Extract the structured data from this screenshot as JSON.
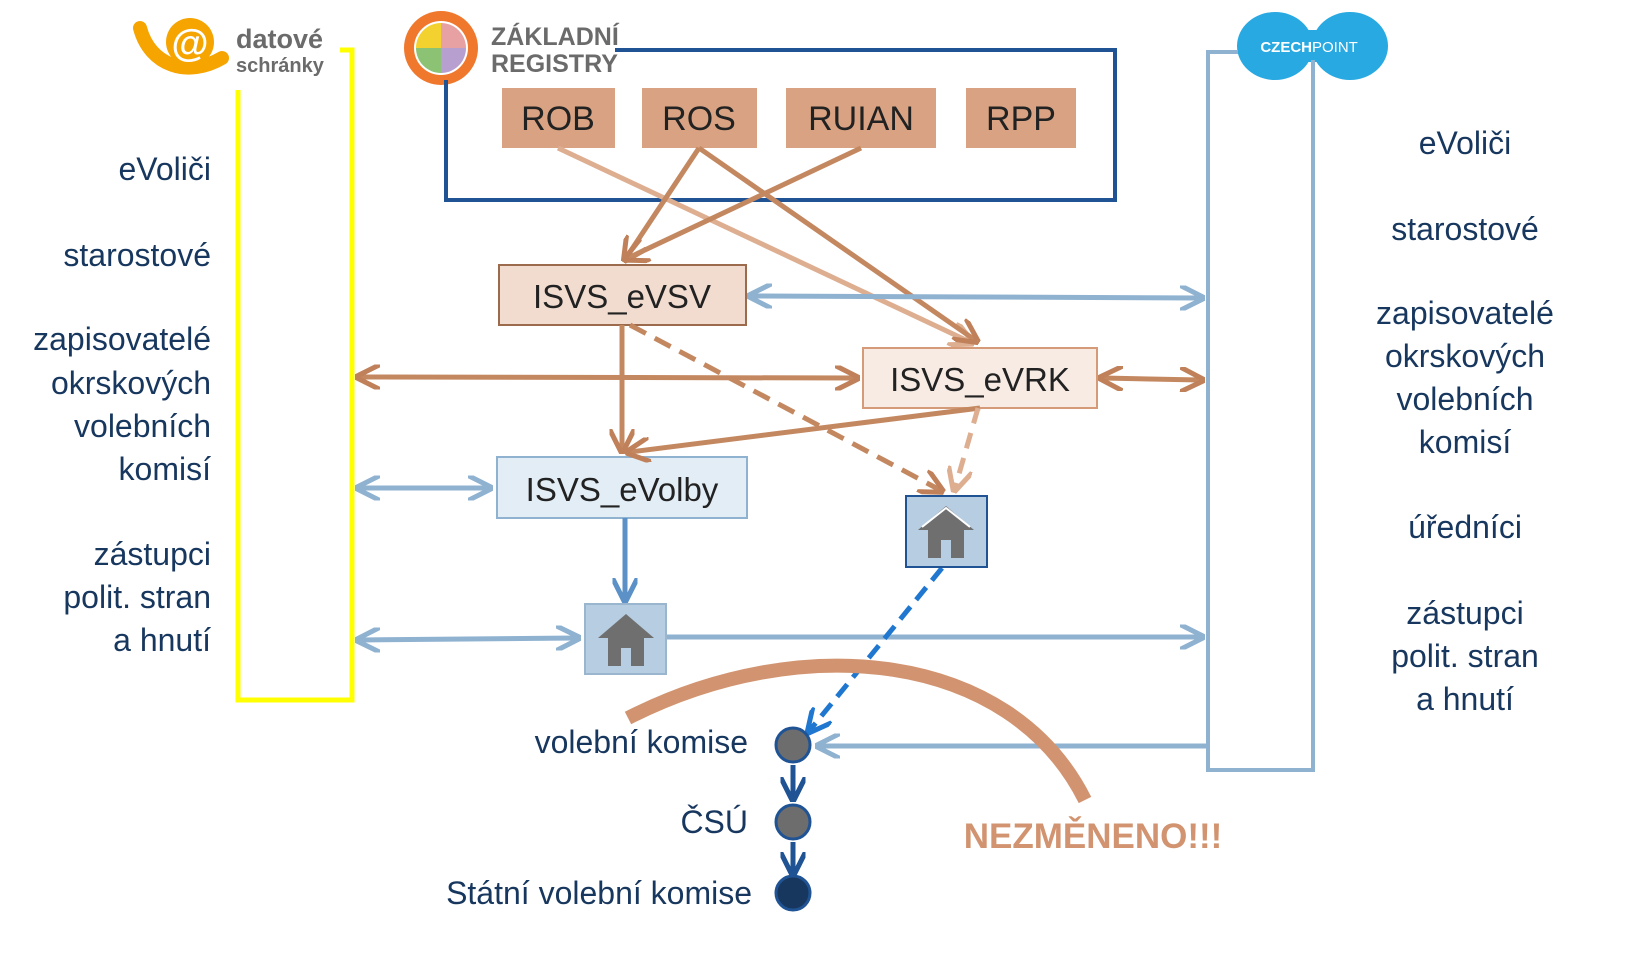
{
  "logos": {
    "datove": {
      "line1": "datové",
      "line2": "schránky",
      "symbol": "@"
    },
    "registry": {
      "line1": "ZÁKLADNÍ",
      "line2": "REGISTRY"
    },
    "czechpoint": {
      "part1": "CZECH",
      "part2": "POINT"
    }
  },
  "registers": [
    "ROB",
    "ROS",
    "RUIAN",
    "RPP"
  ],
  "systems": {
    "evsv": "ISVS_eVSV",
    "evrk": "ISVS_eVRK",
    "evolby": "ISVS_eVolby"
  },
  "left_roles": [
    "eVoliči",
    "starostové",
    "zapisovatelé",
    "okrskových",
    "volebních",
    "komisí",
    "zástupci",
    "polit. stran",
    "a hnutí"
  ],
  "right_roles": [
    "eVoliči",
    "starostové",
    "zapisovatelé",
    "okrskových",
    "volebních",
    "komisí",
    "úředníci",
    "zástupci",
    "polit. stran",
    "a hnutí"
  ],
  "chain": [
    "volební komise",
    "ČSÚ",
    "Státní volební komise"
  ],
  "stamp": "NEZMĚNENO!!!",
  "icons": [
    "house-icon",
    "house-icon",
    "node-circle-icon"
  ],
  "colors": {
    "yellow": "#ffff00",
    "navy": "#1f5394",
    "brown": "#c0815a",
    "tan": "#d9a383",
    "blue": "#7fa7c9",
    "stamp": "#d29470",
    "node": "#6d6d6d",
    "node_dark": "#17375e"
  }
}
